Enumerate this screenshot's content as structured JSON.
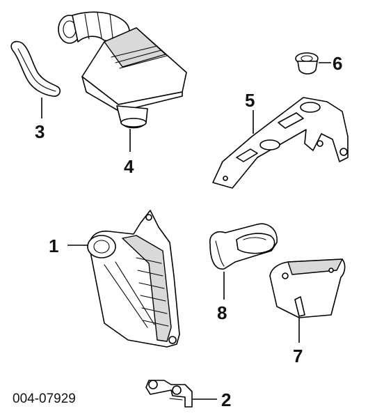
{
  "diagram": {
    "callouts": [
      "1",
      "2",
      "3",
      "4",
      "5",
      "6",
      "7",
      "8"
    ],
    "part_code": "004-07929"
  }
}
